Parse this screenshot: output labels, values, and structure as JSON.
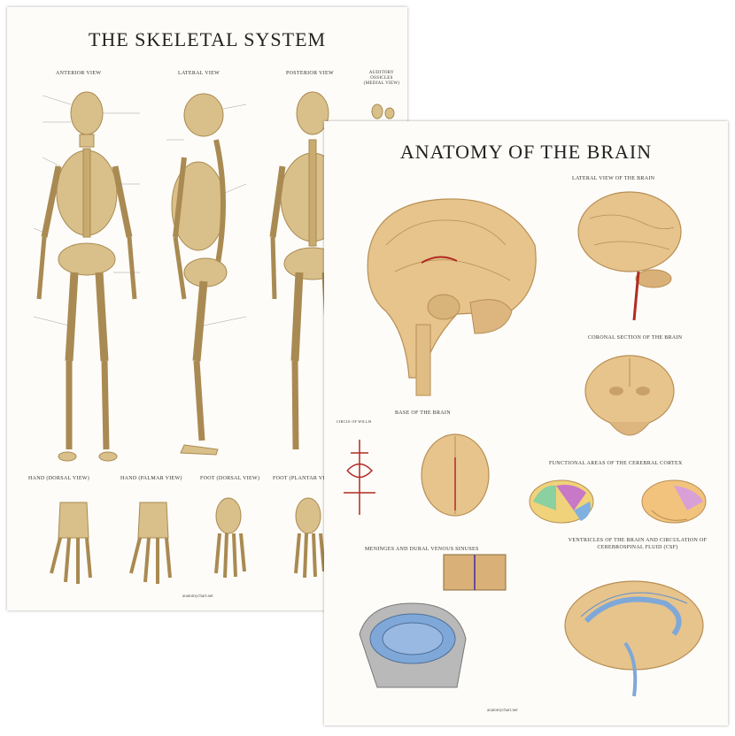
{
  "skeletal_poster": {
    "title": "THE SKELETAL SYSTEM",
    "views": [
      "ANTERIOR VIEW",
      "LATERAL VIEW",
      "POSTERIOR VIEW",
      "AUDITORY OSSICLES (MEDIAL VIEW)"
    ],
    "bottom_views": [
      "HAND (DORSAL VIEW)",
      "HAND (PALMAR VIEW)",
      "FOOT (DORSAL VIEW)",
      "FOOT (PLANTAR VIEW)"
    ],
    "footer": "anatomychart.net"
  },
  "brain_poster": {
    "title": "ANATOMY OF THE BRAIN",
    "sections": [
      "LATERAL VIEW OF THE BRAIN",
      "CORONAL SECTION OF THE BRAIN",
      "BASE OF THE BRAIN",
      "CIRCLE OF WILLIS",
      "FUNCTIONAL AREAS OF THE CEREBRAL CORTEX",
      "MENINGES AND DURAL VENOUS SINUSES",
      "VENTRICLES OF THE BRAIN AND CIRCULATION OF CEREBROSPINAL FLUID (CSF)"
    ],
    "footer": "anatomychart.net"
  },
  "colors": {
    "bone": "#d9c08a",
    "bone_dark": "#a98a52",
    "brain": "#e6c48c",
    "brain_dark": "#b88e55",
    "artery": "#b22a22",
    "csf_blue": "#7fa8d8"
  }
}
